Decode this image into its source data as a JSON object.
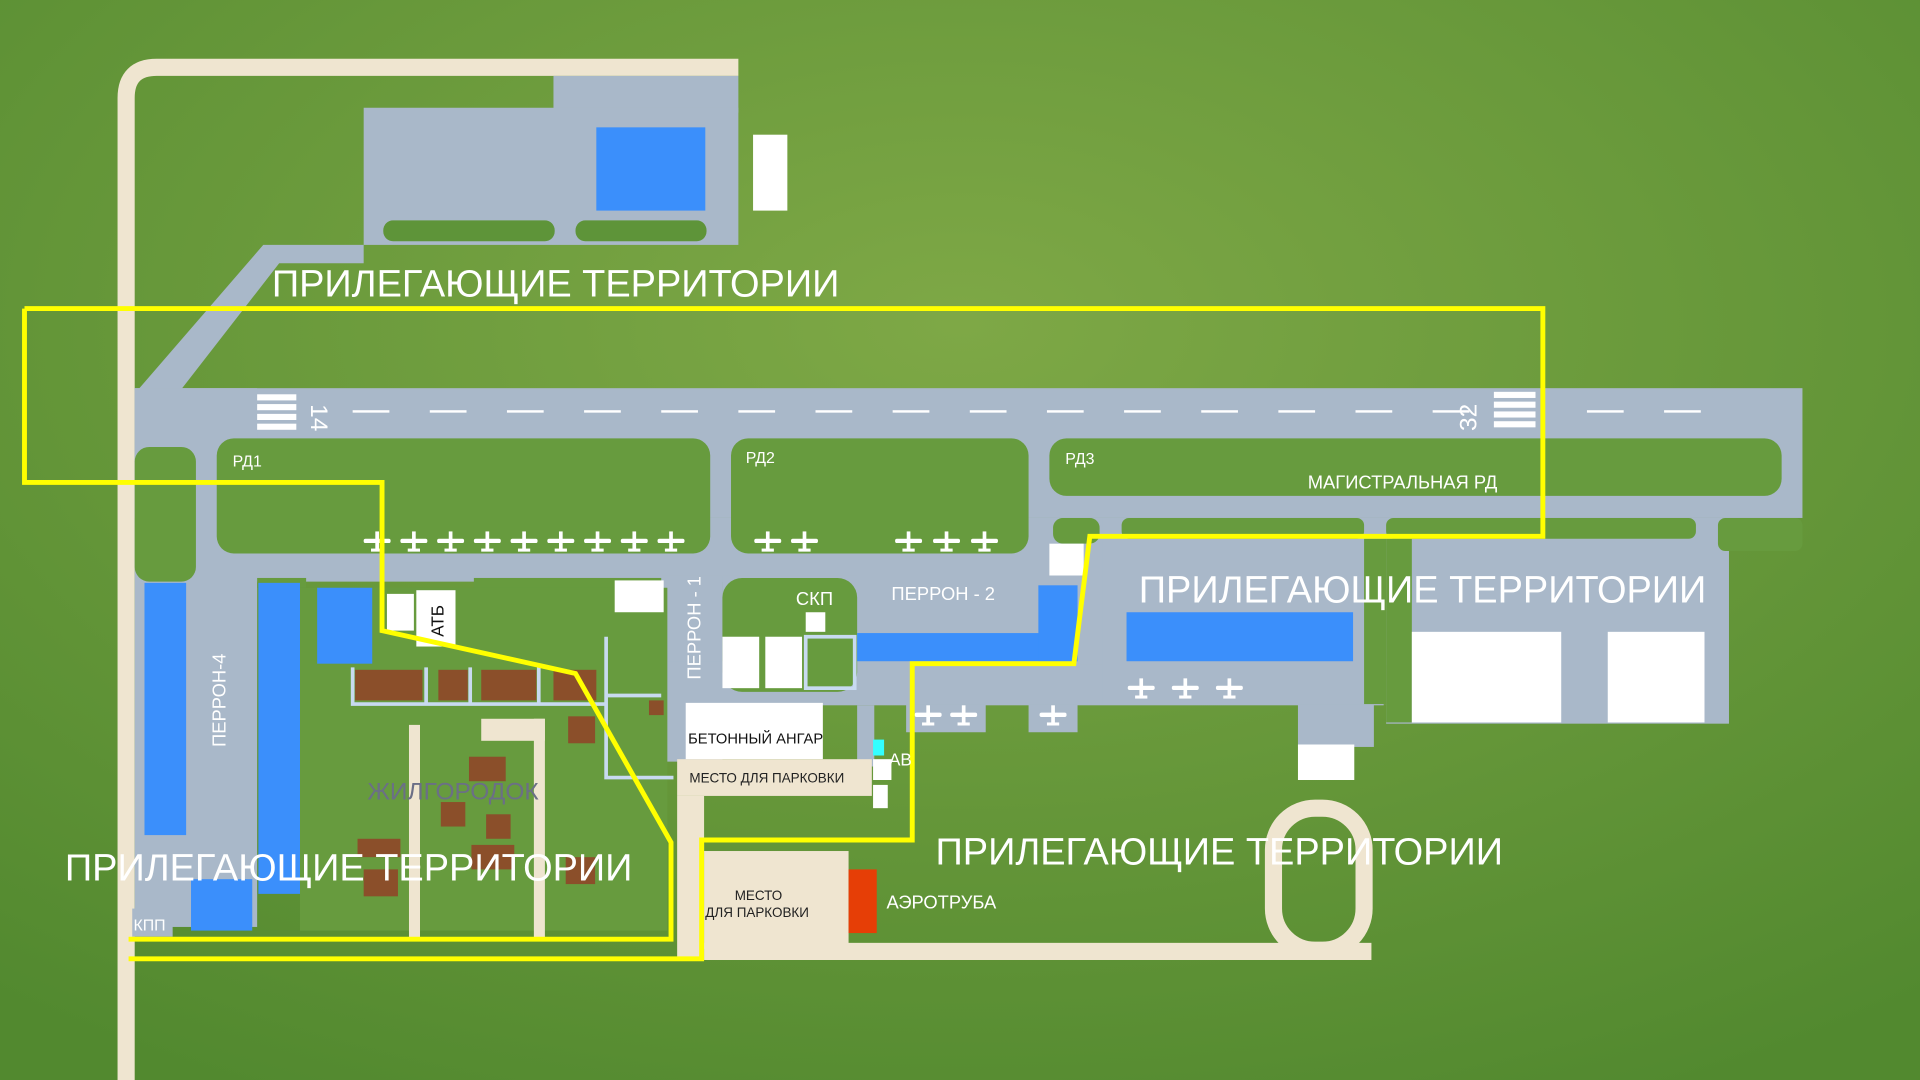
{
  "labels": {
    "adjacent_top": "ПРИЛЕГАЮЩИЕ ТЕРРИТОРИИ",
    "adjacent_right": "ПРИЛЕГАЮЩИЕ ТЕРРИТОРИИ",
    "adjacent_bottom_left": "ПРИЛЕГАЮЩИЕ ТЕРРИТОРИИ",
    "adjacent_bottom_right": "ПРИЛЕГАЮЩИЕ ТЕРРИТОРИИ",
    "runway_14": "14",
    "runway_32": "32",
    "rd1": "РД1",
    "rd2": "РД2",
    "rd3": "РД3",
    "main_taxiway": "МАГИСТРАЛЬНАЯ РД",
    "perron1": "ПЕРРОН - 1",
    "perron2": "ПЕРРОН - 2",
    "perron4": "ПЕРРОН-4",
    "skp": "СКП",
    "atb": "АТБ",
    "hangar": "БЕТОННЫЙ АНГАР",
    "parking1": "МЕСТО ДЛЯ ПАРКОВКИ",
    "parking2_line1": "МЕСТО",
    "parking2_line2": "ДЛЯ ПАРКОВКИ",
    "av": "АВ",
    "wind_tunnel": "АЭРОТРУБА",
    "housing": "ЖИЛГОРОДОК",
    "checkpoint": "КПП"
  },
  "colors": {
    "grass": "#5e9439",
    "pavement": "#a9b8c9",
    "building_blue": "#3b8ffb",
    "road": "#efe5d0",
    "house": "#8b4f2a",
    "boundary": "#ffff00",
    "wind_tunnel": "#e63e06"
  }
}
